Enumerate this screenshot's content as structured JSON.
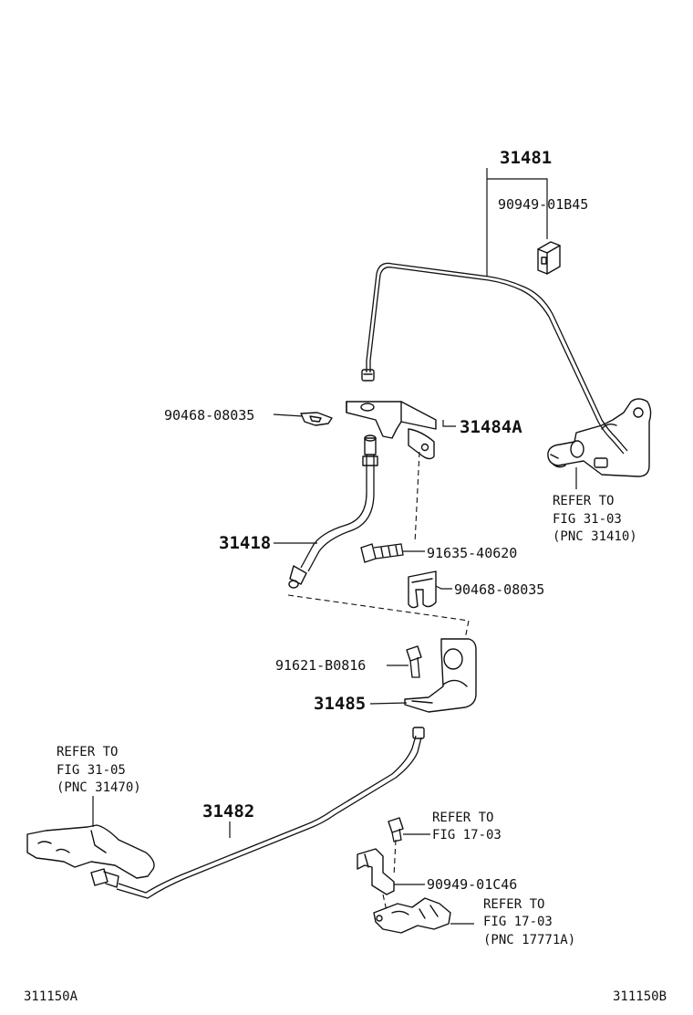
{
  "labels": {
    "p31481": "31481",
    "p90949_01B45": "90949-01B45",
    "p90468_08035_top": "90468-08035",
    "p31484A": "31484A",
    "p31418": "31418",
    "p91635_40620": "91635-40620",
    "p90468_08035_mid": "90468-08035",
    "p91621_B0816": "91621-B0816",
    "p31485": "31485",
    "p31482": "31482",
    "p90949_01C46": "90949-01C46"
  },
  "refs": {
    "ref_fig31_03": [
      "REFER TO",
      "FIG 31-03",
      "(PNC 31410)"
    ],
    "ref_fig31_05": [
      "REFER TO",
      "FIG 31-05",
      "(PNC 31470)"
    ],
    "ref_fig17_03_a": [
      "REFER TO",
      "FIG 17-03"
    ],
    "ref_fig17_03_b": [
      "REFER TO",
      "FIG 17-03",
      "(PNC 17771A)"
    ]
  },
  "corners": {
    "left": "311150A",
    "right": "311150B"
  }
}
